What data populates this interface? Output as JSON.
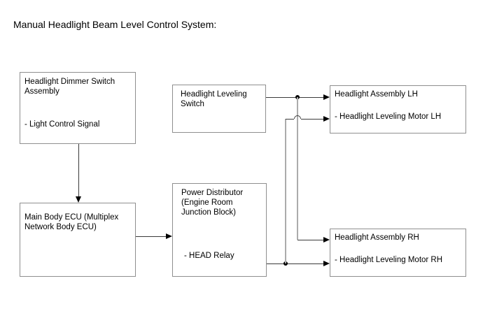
{
  "page": {
    "title": "Manual Headlight Beam Level Control System:"
  },
  "diagram": {
    "boxes": [
      {
        "id": "headlight-dimmer-switch-assembly",
        "title": "Headlight Dimmer Switch Assembly",
        "detail": "- Light Control Signal"
      },
      {
        "id": "main-body-ecu",
        "title": "Main Body ECU (Multiplex Network Body ECU)",
        "detail": ""
      },
      {
        "id": "headlight-leveling-switch",
        "title": "Headlight Leveling Switch",
        "detail": ""
      },
      {
        "id": "power-distributor",
        "title": "Power Distributor (Engine Room Junction Block)",
        "detail": "- HEAD Relay"
      },
      {
        "id": "headlight-assembly-lh",
        "title": "Headlight Assembly LH",
        "detail": "- Headlight Leveling Motor LH"
      },
      {
        "id": "headlight-assembly-rh",
        "title": "Headlight Assembly RH",
        "detail": "- Headlight Leveling Motor RH"
      }
    ],
    "connections": [
      {
        "from": "headlight-dimmer-switch-assembly",
        "to": "main-body-ecu",
        "style": "arrow-down"
      },
      {
        "from": "main-body-ecu",
        "to": "power-distributor",
        "style": "arrow-right"
      },
      {
        "from": "headlight-leveling-switch",
        "to": "headlight-assembly-lh",
        "style": "arrow-right"
      },
      {
        "from": "headlight-leveling-switch",
        "to": "headlight-assembly-rh",
        "style": "arrow-right, branch at junction dot, crossover hop"
      },
      {
        "from": "power-distributor",
        "to": "headlight-assembly-rh",
        "style": "arrow-right"
      },
      {
        "from": "power-distributor",
        "to": "headlight-assembly-lh",
        "style": "arrow-right, branch at junction dot"
      }
    ],
    "colors": {
      "background": "#ffffff",
      "text": "#000000",
      "box_border": "#8f8f8f",
      "connector_line": "#3a3a3a",
      "vertical_branch_line": "#ababab",
      "arrowhead": "#000000"
    }
  }
}
